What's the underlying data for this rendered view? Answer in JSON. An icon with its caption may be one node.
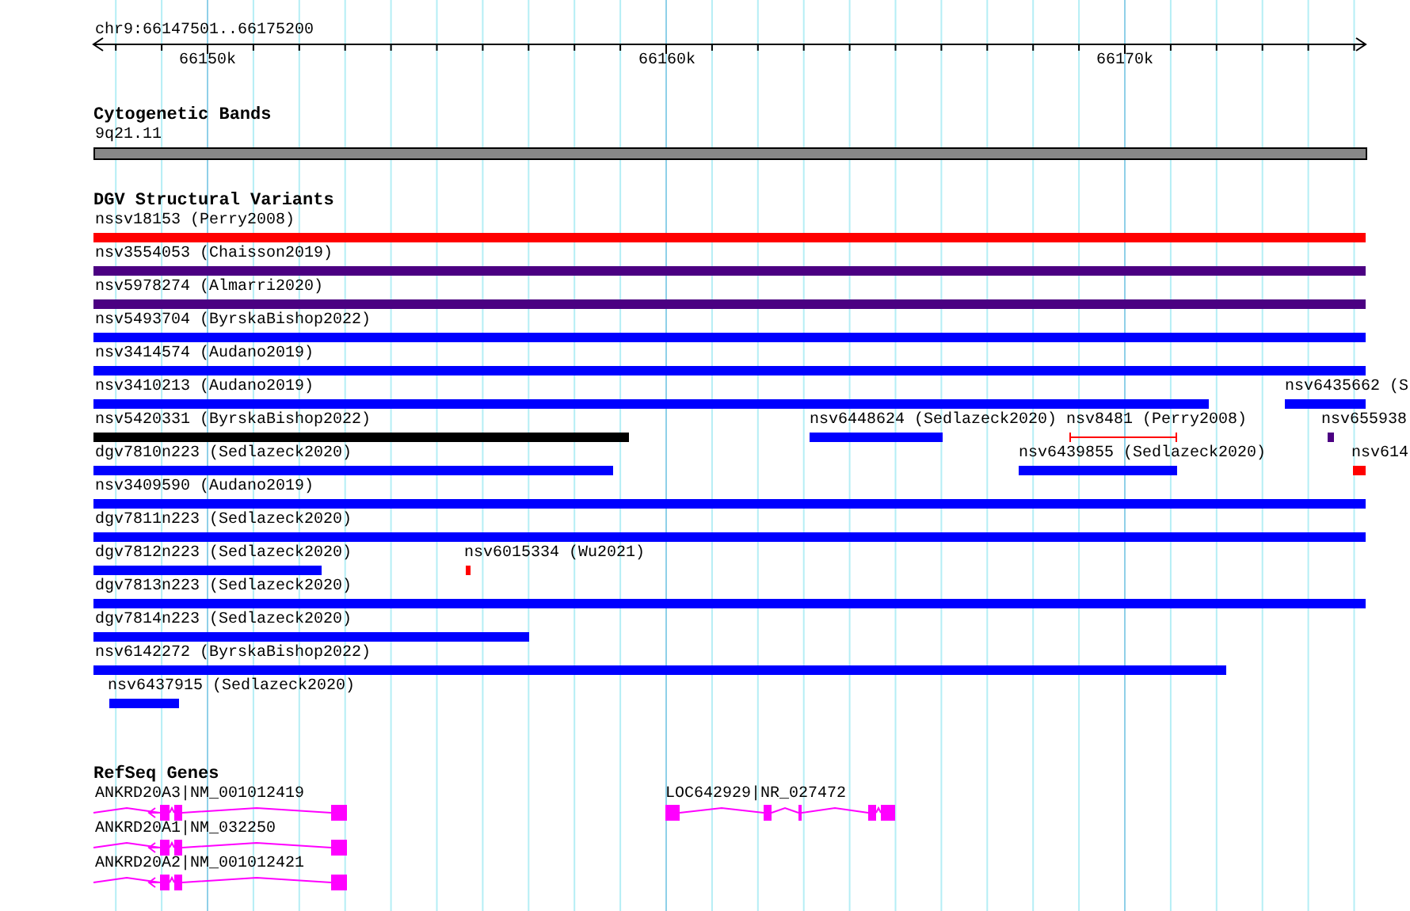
{
  "diagram": {
    "labels": [
      "chr9:66147501..66175200",
      "66150k",
      "66160k",
      "66170k",
      "Cytogenetic Bands",
      "9q21.11",
      "DGV Structural Variants",
      "nssv18153 (Perry2008)",
      "nsv3554053 (Chaisson2019)",
      "nsv5978274 (Almarri2020)",
      "nsv5493704 (ByrskaBishop2022)",
      "nsv3414574 (Audano2019)",
      "nsv3410213 (Audano2019)",
      "nsv6435662 (S",
      "nsv5420331 (ByrskaBishop2022)",
      "nsv6448624 (Sedlazeck2020)",
      "nsv8481 (Perry2008)",
      "nsv655938",
      "dgv7810n223 (Sedlazeck2020)",
      "nsv6439855 (Sedlazeck2020)",
      "nsv614",
      "nsv3409590 (Audano2019)",
      "dgv7811n223 (Sedlazeck2020)",
      "dgv7812n223 (Sedlazeck2020)",
      "nsv6015334 (Wu2021)",
      "dgv7813n223 (Sedlazeck2020)",
      "dgv7814n223 (Sedlazeck2020)",
      "nsv6142272 (ByrskaBishop2022)",
      "nsv6437915 (Sedlazeck2020)",
      "RefSeq Genes",
      "ANKRD20A3|NM_001012419",
      "LOC642929|NR_027472",
      "ANKRD20A1|NM_032250",
      "ANKRD20A2|NM_001012421"
    ]
  }
}
